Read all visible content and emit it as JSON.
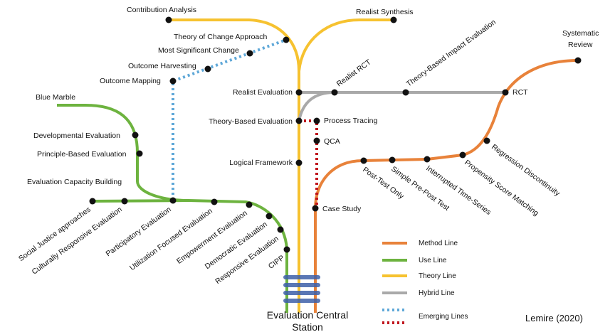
{
  "colors": {
    "method": "#E8823A",
    "use": "#6DB33F",
    "theory": "#F6C230",
    "hybrid": "#A9A9A9",
    "emerging_blue": "#5FA8D8",
    "emerging_red": "#C0161E",
    "station_ring": "#3D5FA8"
  },
  "central_station": {
    "line1": "Evaluation Central",
    "line2": "Station"
  },
  "credit": "Lemire (2020)",
  "legend": {
    "method": "Method Line",
    "use": "Use Line",
    "theory": "Theory Line",
    "hybrid": "Hybrid Line",
    "emerging": "Emerging Lines"
  },
  "stations": {
    "contribution_analysis": "Contribution Analysis",
    "realist_synthesis": "Realist Synthesis",
    "theory_of_change": "Theory of Change Approach",
    "most_significant_change": "Most Significant Change",
    "outcome_harvesting": "Outcome Harvesting",
    "outcome_mapping": "Outcome Mapping",
    "blue_marble": "Blue Marble",
    "developmental": "Developmental Evaluation",
    "principle_based": "Principle-Based Evaluation",
    "capacity_building": "Evaluation Capacity Building",
    "social_justice": "Social Justice approaches",
    "culturally_responsive": "Culturally Responsive Evaluation",
    "participatory": "Participatory Evaluation",
    "utilization_focused": "Utilization Focused Evaluation",
    "empowerment": "Empowerment Evaluation",
    "democratic": "Democratic Evaluation",
    "responsive": "Responsive Evaluation",
    "cipp": "CIPP",
    "realist_evaluation": "Realist Evaluation",
    "theory_based_evaluation": "Theory-Based Evaluation",
    "logical_framework": "Logical Framework",
    "realist_rct": "Realist RCT",
    "theory_based_impact": "Theory-Based Impact Evaluation",
    "rct": "RCT",
    "systematic_review_1": "Systematic",
    "systematic_review_2": "Review",
    "process_tracing": "Process Tracing",
    "qca": "QCA",
    "case_study": "Case Study",
    "post_test_only": "Post-Test Only",
    "simple_pre_post": "Simple Pre-Post Test",
    "interrupted_time_series": "Interrupted Time-Series",
    "propensity_score": "Propensity Score Matching",
    "regression_discontinuity": "Regression Discontinuity"
  }
}
